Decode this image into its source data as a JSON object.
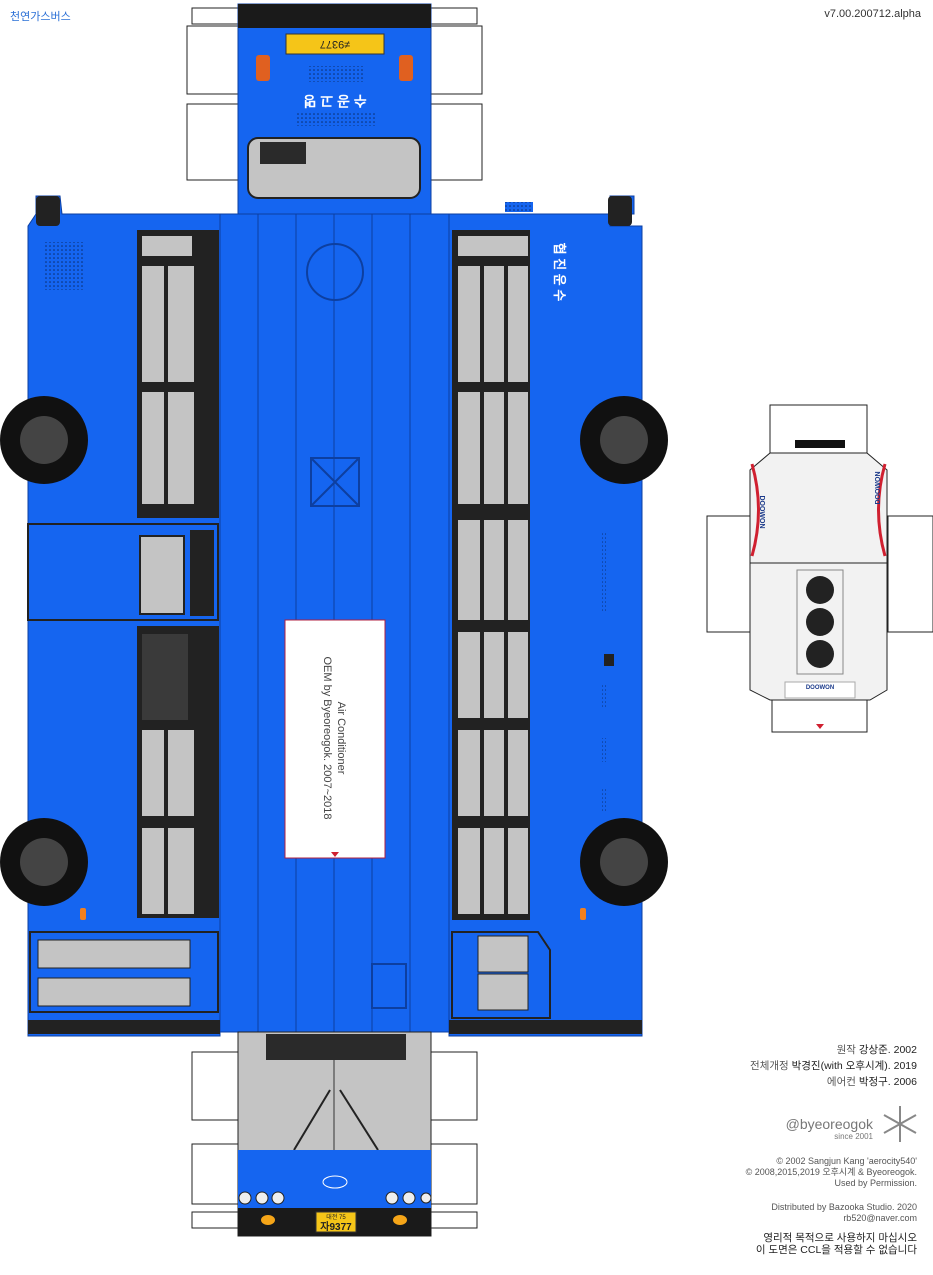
{
  "header": {
    "category": "천연가스버스",
    "version": "v7.00.200712.alpha"
  },
  "bus": {
    "route_text": "수 공 고 명",
    "side_text": "협 진 운 수",
    "plate_small": "≠9377",
    "plate_top": "대전 75",
    "plate_number": "자9377",
    "body_color": "#1565f0",
    "window_color": "#c4c4c4",
    "frame_color": "#222222"
  },
  "ac_panel": {
    "line1": "Air Conditioner",
    "line2": "OEM by Byeoreogok. 2007~2018"
  },
  "ac_unit": {
    "brand": "DOOWON"
  },
  "credits": [
    {
      "label": "원작",
      "value": "강상준. 2002"
    },
    {
      "label": "전체개정",
      "value": "박경진(with 오후시계). 2019"
    },
    {
      "label": "에어컨",
      "value": "박정구. 2006"
    }
  ],
  "brand": {
    "handle": "@byeoreogok",
    "since": "since 2001"
  },
  "copyright": {
    "line1": "© 2002 Sangjun Kang 'aerocity540'",
    "line2": "© 2008,2015,2019 오후시계 & Byeoreogok.",
    "line3": "Used by Permission."
  },
  "distribution": {
    "line1": "Distributed by Bazooka Studio. 2020",
    "line2": "rb520@naver.com"
  },
  "notice": {
    "line1": "영리적 목적으로 사용하지 마십시오",
    "line2": "이 도면은 CCL을 적용할 수 없습니다"
  }
}
